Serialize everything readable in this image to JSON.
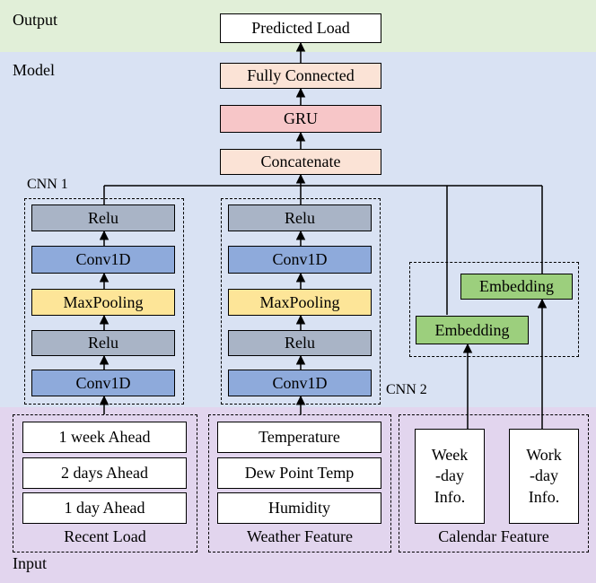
{
  "sections": {
    "output": "Output",
    "model": "Model",
    "input": "Input"
  },
  "model": {
    "predicted_load": "Predicted Load",
    "fully_connected": "Fully Connected",
    "gru": "GRU",
    "concatenate": "Concatenate"
  },
  "cnn1": {
    "title": "CNN 1",
    "layers": [
      "Relu",
      "Conv1D",
      "MaxPooling",
      "Relu",
      "Conv1D"
    ]
  },
  "cnn2": {
    "title": "CNN 2",
    "layers": [
      "Relu",
      "Conv1D",
      "MaxPooling",
      "Relu",
      "Conv1D"
    ]
  },
  "embeddings": [
    "Embedding",
    "Embedding"
  ],
  "inputs": {
    "recent_load": {
      "title": "Recent Load",
      "items": [
        "1 week Ahead",
        "2 days Ahead",
        "1 day Ahead"
      ]
    },
    "weather": {
      "title": "Weather Feature",
      "items": [
        "Temperature",
        "Dew Point Temp",
        "Humidity"
      ]
    },
    "calendar": {
      "title": "Calendar Feature",
      "weekday": [
        "Week",
        "-day",
        "Info."
      ],
      "workday": [
        "Work",
        "-day",
        "Info."
      ]
    }
  },
  "colors": {
    "output_band": "#e1efd8",
    "model_band": "#d9e2f3",
    "input_band": "#e2d5ee",
    "predicted": "#ffffff",
    "fully_connected": "#fbe3d6",
    "gru": "#f7c6c8",
    "concatenate": "#fbe3d6",
    "relu": "#a9b4c6",
    "conv1d": "#8eaadb",
    "maxpooling": "#fde598",
    "embedding": "#9ccf7d",
    "input_item": "#ffffff"
  }
}
